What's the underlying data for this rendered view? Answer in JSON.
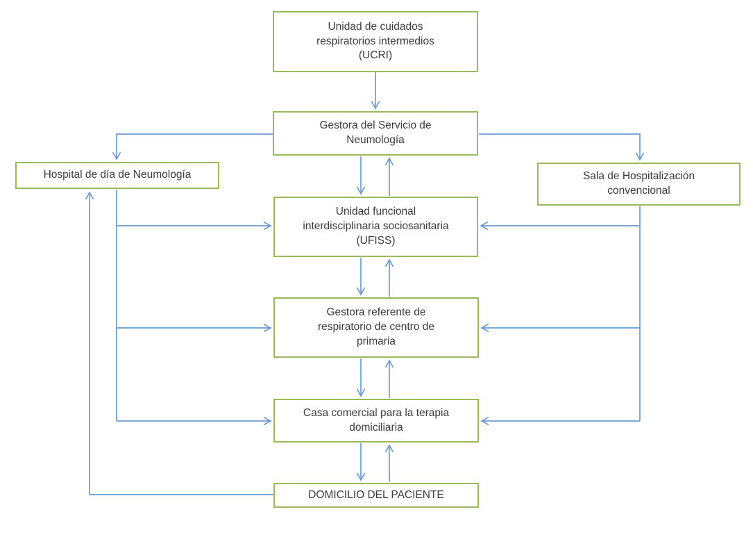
{
  "diagram": {
    "type": "flowchart",
    "colors": {
      "box_border": "#9bbb59",
      "box_fill": "#ffffff",
      "arrow": "#6c9bd2",
      "text": "#3b3b3b",
      "background": "#ffffff"
    },
    "nodes": [
      {
        "id": "ucri",
        "label": "Unidad de cuidados\nrespiratorios intermedios\n(UCRI)"
      },
      {
        "id": "gestora_servicio",
        "label": "Gestora del Servicio de\nNeumología"
      },
      {
        "id": "hospital_dia",
        "label": "Hospital de día de Neumología"
      },
      {
        "id": "sala_hospitalizacion",
        "label": "Sala de Hospitalización\nconvencional"
      },
      {
        "id": "ufiss",
        "label": "Unidad funcional\ninterdisciplinaria sociosanitaria\n(UFISS)"
      },
      {
        "id": "gestora_referente",
        "label": "Gestora referente de\nrespiratorio de centro de\nprimaria"
      },
      {
        "id": "casa_comercial",
        "label": "Casa comercial para la terapia\ndomiciliaria"
      },
      {
        "id": "domicilio",
        "label": "DOMICILIO DEL PACIENTE"
      }
    ],
    "edges": [
      {
        "from": "ucri",
        "to": "gestora_servicio"
      },
      {
        "from": "gestora_servicio",
        "to": "hospital_dia"
      },
      {
        "from": "gestora_servicio",
        "to": "sala_hospitalizacion"
      },
      {
        "from": "gestora_servicio",
        "to": "ufiss"
      },
      {
        "from": "ufiss",
        "to": "gestora_servicio"
      },
      {
        "from": "ufiss",
        "to": "gestora_referente"
      },
      {
        "from": "gestora_referente",
        "to": "ufiss"
      },
      {
        "from": "gestora_referente",
        "to": "casa_comercial"
      },
      {
        "from": "casa_comercial",
        "to": "gestora_referente"
      },
      {
        "from": "casa_comercial",
        "to": "domicilio"
      },
      {
        "from": "domicilio",
        "to": "casa_comercial"
      },
      {
        "from": "hospital_dia",
        "to": "ufiss"
      },
      {
        "from": "hospital_dia",
        "to": "gestora_referente"
      },
      {
        "from": "hospital_dia",
        "to": "casa_comercial"
      },
      {
        "from": "sala_hospitalizacion",
        "to": "ufiss"
      },
      {
        "from": "sala_hospitalizacion",
        "to": "gestora_referente"
      },
      {
        "from": "sala_hospitalizacion",
        "to": "casa_comercial"
      },
      {
        "from": "domicilio",
        "to": "hospital_dia"
      }
    ]
  }
}
